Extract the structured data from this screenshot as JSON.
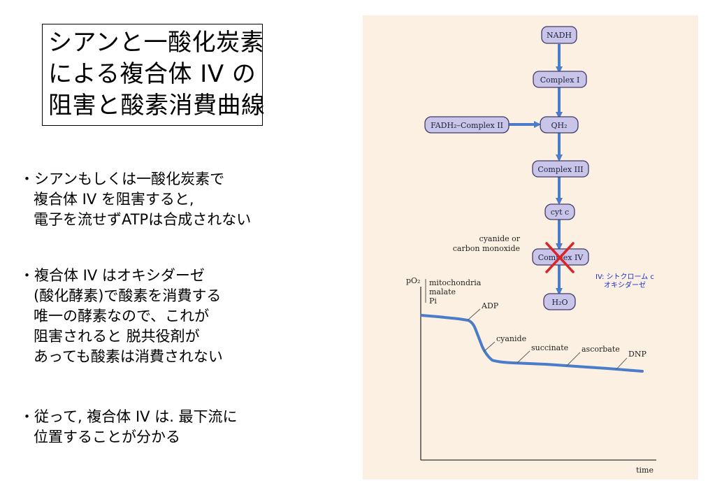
{
  "title": {
    "lines": [
      "シアンと一酸化炭素",
      "による複合体 IV の",
      "阻害と酸素消費曲線"
    ]
  },
  "bullets": [
    {
      "lines": [
        "シアンもしくは一酸化炭素で",
        "複合体 IV を阻害すると,",
        "電子を流せずATPは合成されない"
      ]
    },
    {
      "lines": [
        "複合体 IV はオキシダーゼ",
        "(酸化酵素)で酸素を消費する",
        "唯一の酵素なので、これが",
        "阻害されると 脱共役剤が",
        "あっても酸素は消費されない"
      ]
    },
    {
      "lines": [
        "従って, 複合体 IV は. 最下流に",
        "位置することが分かる"
      ]
    }
  ],
  "diagram": {
    "nodes": {
      "nadh": "NADH",
      "complex1": "Complex I",
      "fadh": "FADH₂–Complex II",
      "qh2": "QH₂",
      "complex3": "Complex III",
      "cytc": "cyt c",
      "complex4": "Complex IV",
      "h2o": "H₂O"
    },
    "inhibitor_label": [
      "cyanide or",
      "carbon monoxide"
    ],
    "note": [
      "IV: シトクローム c",
      "オキシダーゼ"
    ],
    "colors": {
      "arrow": "#4a7cc9",
      "node_fill": "#c8c5e8",
      "cross": "#d9242a",
      "curve": "#4a7cc9",
      "background": "#fbf0e1"
    }
  },
  "chart_data": {
    "type": "line",
    "ylabel": "pO₂",
    "xlabel": "time",
    "initial_additions": [
      "mitochondria",
      "malate",
      "Pi"
    ],
    "additions": [
      "ADP",
      "cyanide",
      "succinate",
      "ascorbate",
      "DNP"
    ],
    "grid": false
  }
}
